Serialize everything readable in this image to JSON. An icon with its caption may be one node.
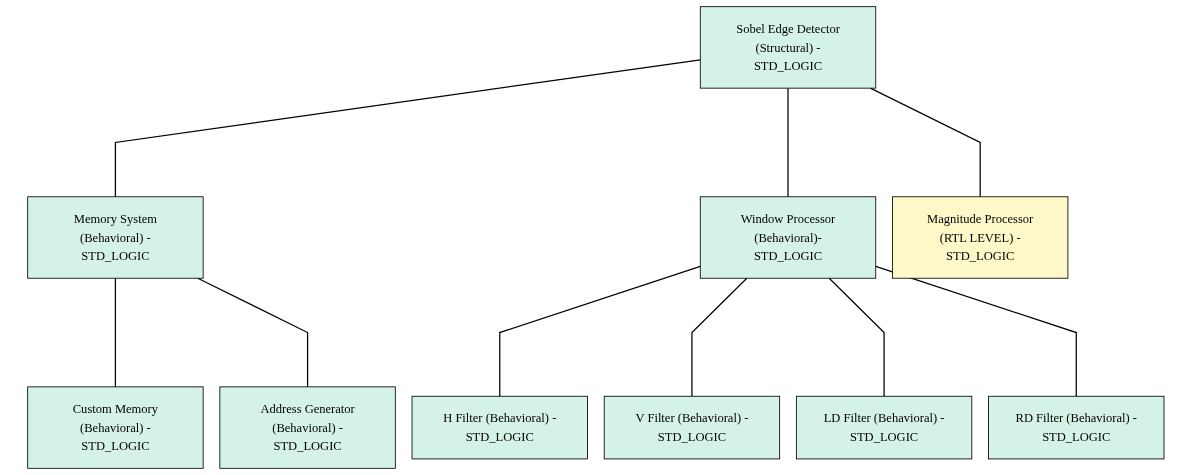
{
  "diagram": {
    "nodes": [
      {
        "text": [
          "Sobel Edge Detector (Structural) - STD_LOGIC"
        ]
      },
      {
        "text": [
          "Memory System (Behavioral) - STD_LOGIC"
        ]
      },
      {
        "text": [
          "Window Processor (Behavioral)- STD_LOGIC"
        ]
      },
      {
        "text": [
          "Magnitude Processor (RTL LEVEL) -STD_LOGIC"
        ]
      },
      {
        "text": [
          "Custom Memory (Behavioral) - STD_LOGIC"
        ]
      },
      {
        "text": [
          "Address Generator (Behavioral) - STD_LOGIC"
        ]
      },
      {
        "text": [
          "H Filter (Behavioral) -STD_LOGIC"
        ]
      },
      {
        "text": [
          "V Filter (Behavioral) -STD_LOGIC"
        ]
      },
      {
        "text": [
          "LD Filter (Behavioral) - STD_LOGIC"
        ]
      },
      {
        "text": [
          "RD Filter (Behavioral) - STD_LOGIC"
        ]
      }
    ],
    "edges": [
      {
        "from": 0,
        "to": 1,
        "arrow": "none"
      },
      {
        "from": 0,
        "to": 2,
        "arrow": "none"
      },
      {
        "from": 0,
        "to": 3,
        "arrow": "none"
      },
      {
        "from": 1,
        "to": 4,
        "arrow": "none"
      },
      {
        "from": 1,
        "to": 5,
        "arrow": "none"
      },
      {
        "from": 2,
        "to": 6,
        "arrow": "none"
      },
      {
        "from": 2,
        "to": 7,
        "arrow": "none"
      },
      {
        "from": 2,
        "to": 8,
        "arrow": "none"
      },
      {
        "from": 2,
        "to": 9,
        "arrow": "none"
      }
    ]
  }
}
